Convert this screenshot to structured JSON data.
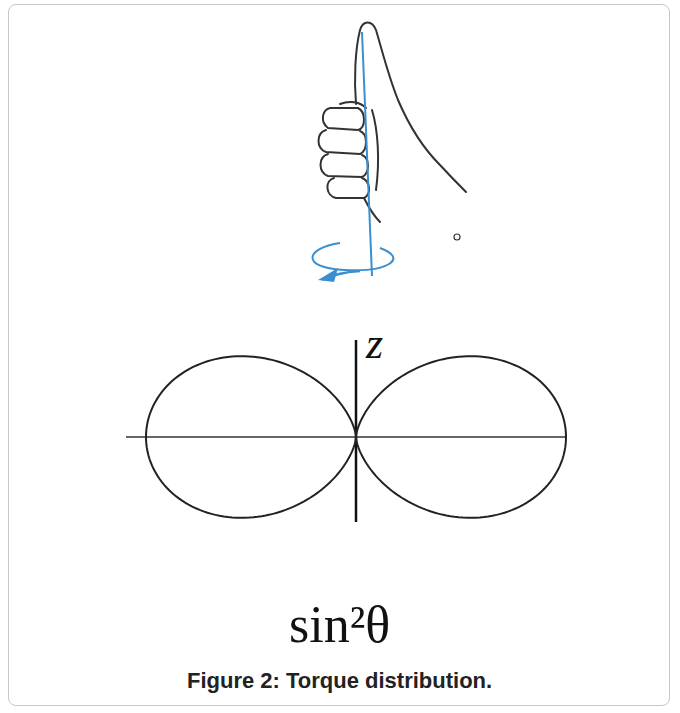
{
  "diagram": {
    "caption": "Figure 2: Torque distribution.",
    "labels": [
      "z",
      "sin²θ"
    ]
  }
}
